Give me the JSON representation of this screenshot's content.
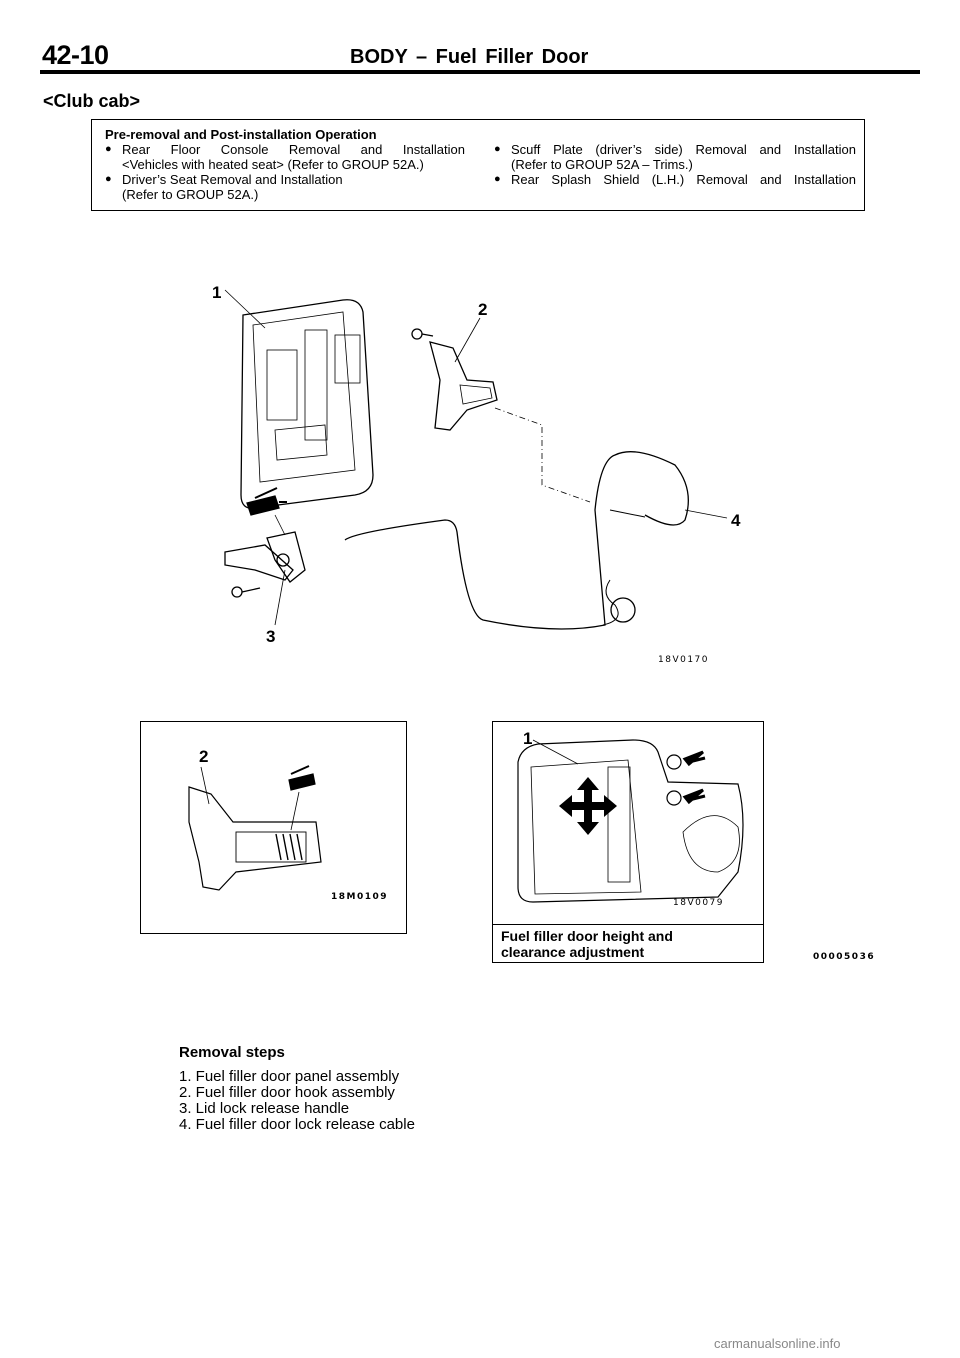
{
  "header": {
    "page_number": "42-10",
    "title": "BODY – Fuel Filler Door"
  },
  "section_label": "<Club cab>",
  "operations": {
    "heading": "Pre-removal and Post-installation Operation",
    "left": [
      {
        "line1": "Rear Floor Console Removal and Installation",
        "line2": "<Vehicles with heated seat> (Refer to GROUP 52A.)"
      },
      {
        "line1": "Driver’s Seat Removal and Installation",
        "line2": "(Refer to GROUP 52A.)"
      }
    ],
    "right": [
      {
        "line1": "Scuff Plate (driver’s side) Removal and Installation",
        "line2": "(Refer to GROUP 52A – Trims.)"
      },
      {
        "line1": "Rear Splash Shield (L.H.) Removal and Installation"
      }
    ]
  },
  "diagram": {
    "callouts": [
      "1",
      "2",
      "3",
      "4"
    ],
    "code": "18V0170",
    "panel_a": {
      "callout": "2",
      "code": "18M0109"
    },
    "panel_b": {
      "callout": "1",
      "code": "18V0079",
      "caption_line1": "Fuel filler door height and",
      "caption_line2": "clearance adjustment"
    },
    "code_right": "00005036"
  },
  "removal": {
    "heading": "Removal steps",
    "steps": [
      "1. Fuel filler door panel assembly",
      "2. Fuel filler door hook assembly",
      "3. Lid lock release handle",
      "4. Fuel filler door lock release cable"
    ]
  },
  "watermark": "carmanualsonline.info"
}
